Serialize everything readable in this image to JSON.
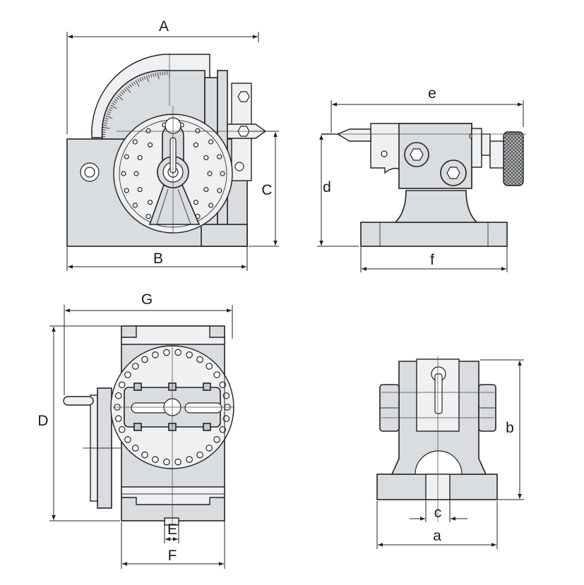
{
  "dimension_labels": {
    "A": "A",
    "B": "B",
    "C": "C",
    "D": "D",
    "E": "E",
    "F": "F",
    "G": "G",
    "a": "a",
    "b": "b",
    "c": "c",
    "d": "d",
    "e": "e",
    "f": "f"
  },
  "colors": {
    "metal": "#d9dde0",
    "metal_dark": "#c4c9cd",
    "outline": "#222222",
    "background": "#ffffff"
  }
}
